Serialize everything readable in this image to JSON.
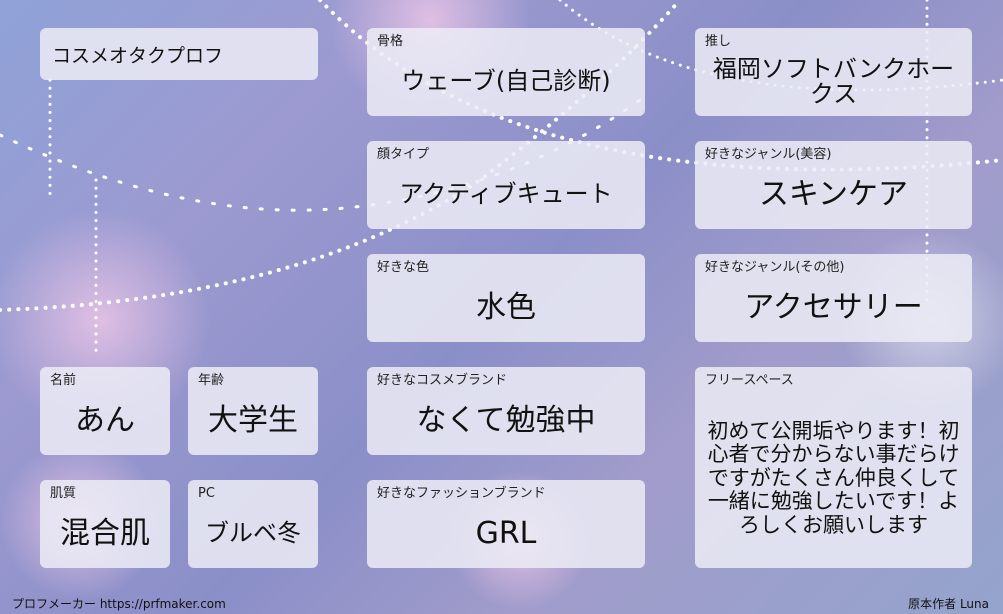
{
  "title": "コスメオタクプロフ",
  "fields": [
    {
      "label": "骨格",
      "value": "ウェーブ(自己診断)"
    },
    {
      "label": "顔タイプ",
      "value": "アクティブキュート"
    },
    {
      "label": "好きな色",
      "value": "水色"
    },
    {
      "label": "好きなコスメブランド",
      "value": "なくて勉強中"
    },
    {
      "label": "好きなファッションブランド",
      "value": "GRL"
    },
    {
      "label": "推し",
      "value": "福岡ソフトバンクホークス"
    },
    {
      "label": "好きなジャンル(美容)",
      "value": "スキンケア"
    },
    {
      "label": "好きなジャンル(その他)",
      "value": "アクセサリー"
    },
    {
      "label": "フリースペース",
      "value": "初めて公開垢やります！初心者で分からない事だらけですがたくさん仲良くして一緒に勉強したいです！よろしくお願いします"
    },
    {
      "label": "名前",
      "value": "あん"
    },
    {
      "label": "年齢",
      "value": "大学生"
    },
    {
      "label": "肌質",
      "value": "混合肌"
    },
    {
      "label": "PC",
      "value": "ブルベ冬"
    }
  ],
  "footer": {
    "left": "プロフメーカー https://prfmaker.com",
    "right": "原本作者 Luna"
  }
}
